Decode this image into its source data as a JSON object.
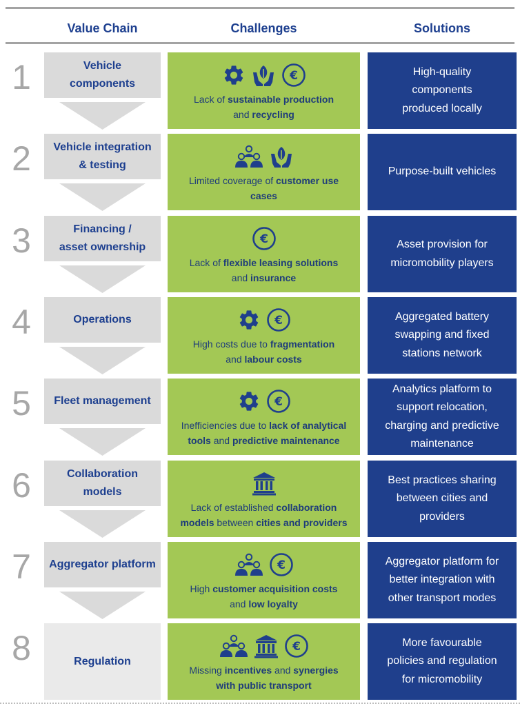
{
  "header": {
    "value_chain": "Value Chain",
    "challenges": "Challenges",
    "solutions": "Solutions"
  },
  "colors": {
    "value_chain_box": "#dadada",
    "challenge_box": "#a3c855",
    "solution_box": "#1f3f8c",
    "heading_text": "#1d3f8f"
  },
  "rows": [
    {
      "number": "1",
      "value_chain": "Vehicle\ncomponents",
      "icons": [
        "gear-icon",
        "hands-leaf-icon",
        "euro-icon"
      ],
      "challenge_parts": [
        {
          "text": "Lack of ",
          "bold": false
        },
        {
          "text": "sustainable production",
          "bold": true
        },
        {
          "text": "\nand ",
          "bold": false
        },
        {
          "text": "recycling",
          "bold": true
        }
      ],
      "solution": "High-quality\ncomponents\nproduced locally"
    },
    {
      "number": "2",
      "value_chain": "Vehicle  integration\n& testing",
      "icons": [
        "people-icon",
        "hands-leaf-icon"
      ],
      "challenge_parts": [
        {
          "text": "Limited coverage of ",
          "bold": false
        },
        {
          "text": "customer use\ncases",
          "bold": true
        }
      ],
      "solution": "Purpose-built vehicles"
    },
    {
      "number": "3",
      "value_chain": "Financing /\nasset ownership",
      "icons": [
        "euro-icon"
      ],
      "challenge_parts": [
        {
          "text": "Lack of ",
          "bold": false
        },
        {
          "text": "flexible leasing solutions",
          "bold": true
        },
        {
          "text": "\nand ",
          "bold": false
        },
        {
          "text": "insurance",
          "bold": true
        }
      ],
      "solution": "Asset provision for\nmicromobility players"
    },
    {
      "number": "4",
      "value_chain": "Operations",
      "icons": [
        "gear-icon",
        "euro-icon"
      ],
      "challenge_parts": [
        {
          "text": "High costs due to ",
          "bold": false
        },
        {
          "text": "fragmentation",
          "bold": true
        },
        {
          "text": "\nand ",
          "bold": false
        },
        {
          "text": "labour costs",
          "bold": true
        }
      ],
      "solution": "Aggregated battery\nswapping and fixed\nstations network"
    },
    {
      "number": "5",
      "value_chain": "Fleet management",
      "icons": [
        "gear-icon",
        "euro-icon"
      ],
      "challenge_parts": [
        {
          "text": "Inefficiencies due to ",
          "bold": false
        },
        {
          "text": "lack of analytical\ntools",
          "bold": true
        },
        {
          "text": " and ",
          "bold": false
        },
        {
          "text": "predictive maintenance",
          "bold": true
        }
      ],
      "solution": "Analytics platform to\nsupport relocation,\ncharging and predictive\nmaintenance"
    },
    {
      "number": "6",
      "value_chain": "Collaboration\nmodels",
      "icons": [
        "institution-icon"
      ],
      "challenge_parts": [
        {
          "text": "Lack of established ",
          "bold": false
        },
        {
          "text": "collaboration\nmodels",
          "bold": true
        },
        {
          "text": " between ",
          "bold": false
        },
        {
          "text": "cities and providers",
          "bold": true
        }
      ],
      "solution": "Best practices sharing\nbetween cities and\nproviders"
    },
    {
      "number": "7",
      "value_chain": "Aggregator platform",
      "icons": [
        "people-icon",
        "euro-icon"
      ],
      "challenge_parts": [
        {
          "text": "High ",
          "bold": false
        },
        {
          "text": "customer acquisition costs",
          "bold": true
        },
        {
          "text": "\nand ",
          "bold": false
        },
        {
          "text": "low loyalty",
          "bold": true
        }
      ],
      "solution": "Aggregator platform for\nbetter integration with\nother transport modes"
    },
    {
      "number": "8",
      "value_chain": "Regulation",
      "icons": [
        "people-icon",
        "institution-icon",
        "euro-icon"
      ],
      "challenge_parts": [
        {
          "text": "Missing ",
          "bold": false
        },
        {
          "text": "incentives",
          "bold": true
        },
        {
          "text": " and ",
          "bold": false
        },
        {
          "text": "synergies\nwith public transport",
          "bold": true
        }
      ],
      "solution": "More favourable\npolicies and regulation\nfor micromobility"
    }
  ]
}
